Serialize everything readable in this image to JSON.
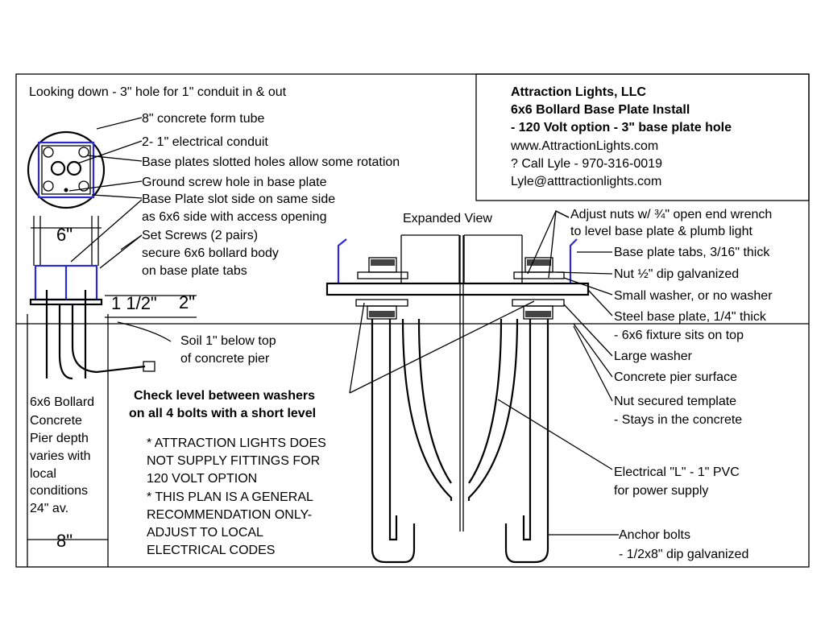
{
  "title_block": {
    "company": "Attraction Lights, LLC",
    "product": "6x6 Bollard Base Plate Install",
    "option": "- 120 Volt option - 3\" base plate hole",
    "website": "www.AttractionLights.com",
    "call": "? Call Lyle - 970-316-0019",
    "email": "Lyle@atttractionlights.com"
  },
  "left_labels": {
    "looking_down": "Looking down - 3\" hole for 1\" conduit in & out",
    "form_tube": "8\" concrete form tube",
    "conduit": "2- 1\" electrical conduit",
    "slotted": "Base plates slotted holes allow some rotation",
    "ground": "Ground screw hole in base plate",
    "slot_side_1": "Base Plate slot side on same side",
    "slot_side_2": "as 6x6 side with access opening",
    "set_screws_1": "Set Screws (2 pairs)",
    "set_screws_2": "secure 6x6  bollard body",
    "set_screws_3": "on base plate tabs",
    "dim_6": "6\"",
    "dim_1_5": "1 1/2\"",
    "dim_2": "2\"",
    "soil_1": "Soil 1\" below top",
    "soil_2": "of concrete pier",
    "pier_lines": [
      "6x6 Bollard",
      "Concrete",
      "Pier depth",
      "varies with",
      "local",
      "conditions",
      "24\" av."
    ],
    "dim_8": "8\""
  },
  "center_labels": {
    "check_1": "Check level between washers",
    "check_2": "on all 4 bolts with a short level",
    "notes": [
      "* ATTRACTION LIGHTS DOES",
      "NOT SUPPLY FITTINGS FOR",
      "120 VOLT OPTION",
      "* THIS PLAN IS A GENERAL",
      "RECOMMENDATION ONLY-",
      "ADJUST TO LOCAL",
      "ELECTRICAL CODES"
    ],
    "expanded_view": "Expanded View"
  },
  "right_labels": {
    "adjust_nuts_1": "Adjust nuts w/ ¾\" open end wrench",
    "adjust_nuts_2": "to level base plate & plumb light",
    "tabs": "Base plate tabs, 3/16\" thick",
    "nut": "Nut ½\" dip galvanized",
    "small_washer": "Small washer, or no washer",
    "steel_plate_1": "Steel base plate, 1/4\" thick",
    "steel_plate_2": "- 6x6 fixture sits on top",
    "large_washer": "Large washer",
    "pier_surface": "Concrete pier surface",
    "template_1": "Nut secured template",
    "template_2": "- Stays in the concrete",
    "electrical_1": "Electrical \"L\" - 1\" PVC",
    "electrical_2": "for power supply",
    "anchor_1": "Anchor bolts",
    "anchor_2": "- 1/2x8\" dip galvanized"
  },
  "colors": {
    "line": "#000000",
    "bollard_outline": "#2b2bd6"
  }
}
